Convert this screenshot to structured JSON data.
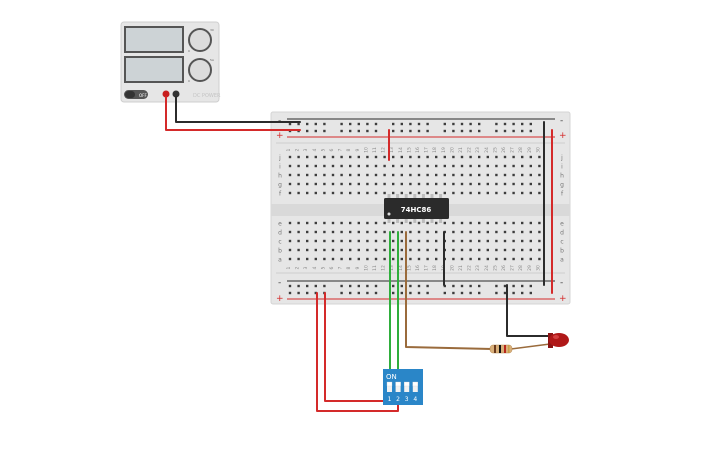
{
  "power_supply": {
    "label": "DC POWER",
    "switch_label": "OFF",
    "knob_top_marks": [
      "0",
      "30"
    ],
    "knob_bottom_marks": [
      "0",
      "5A"
    ]
  },
  "breadboard": {
    "rail_plus": "+",
    "rail_minus": "-",
    "row_letters_top": [
      "j",
      "i",
      "h",
      "g",
      "f"
    ],
    "row_letters_bottom": [
      "e",
      "d",
      "c",
      "b",
      "a"
    ],
    "columns": 30
  },
  "ic": {
    "label": "74HC86"
  },
  "dip_switch": {
    "on_label": "ON",
    "numbers": [
      "1",
      "2",
      "3",
      "4"
    ]
  },
  "colors": {
    "wire_red": "#d42a2a",
    "wire_black": "#2b2b2b",
    "wire_green": "#2fae3c",
    "wire_brown": "#9a6b3c",
    "dip_blue": "#2a86c8",
    "led_red": "#b01818",
    "ic_body": "#2b2b2b"
  }
}
